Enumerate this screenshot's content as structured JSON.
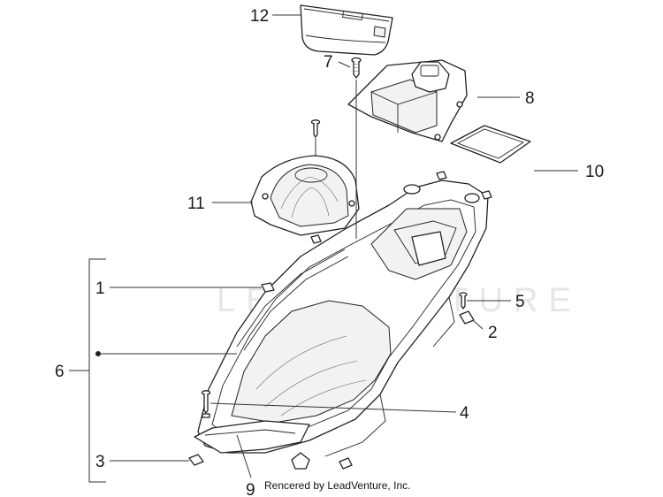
{
  "diagram": {
    "callouts": [
      {
        "id": "c12",
        "label": "12"
      },
      {
        "id": "c7",
        "label": "7"
      },
      {
        "id": "c8",
        "label": "8"
      },
      {
        "id": "c10",
        "label": "10"
      },
      {
        "id": "c11",
        "label": "11"
      },
      {
        "id": "c1",
        "label": "1"
      },
      {
        "id": "c5",
        "label": "5"
      },
      {
        "id": "c2",
        "label": "2"
      },
      {
        "id": "c6",
        "label": "6"
      },
      {
        "id": "c4",
        "label": "4"
      },
      {
        "id": "c3",
        "label": "3"
      },
      {
        "id": "c9",
        "label": "9"
      }
    ],
    "watermark": "LEADVENTURE",
    "credit": "Rencered by LeadVenture, Inc."
  }
}
